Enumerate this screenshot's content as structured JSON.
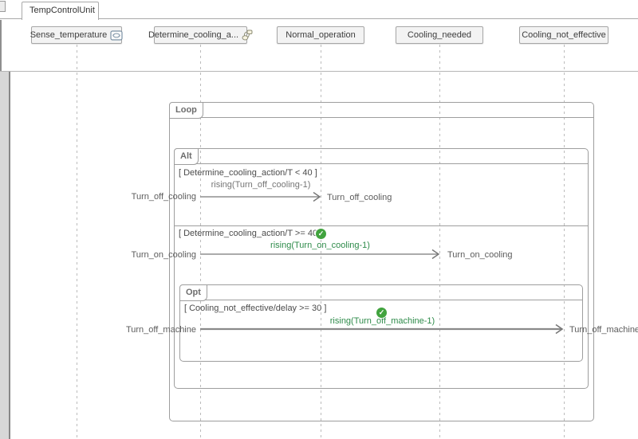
{
  "tab": {
    "title": "TempControlUnit"
  },
  "lifelines": [
    {
      "label": "Sense_temperature",
      "icon": "subsystem-ref-icon"
    },
    {
      "label": "Determine_cooling_a...",
      "icon": "stateflow-chart-icon"
    },
    {
      "label": "Normal_operation"
    },
    {
      "label": "Cooling_needed"
    },
    {
      "label": "Cooling_not_effective"
    }
  ],
  "fragments": {
    "loop": {
      "label": "Loop"
    },
    "alt": {
      "label": "Alt",
      "conditions": [
        "[ Determine_cooling_action/T < 40 ]",
        "[ Determine_cooling_action/T >= 40 ]"
      ]
    },
    "opt": {
      "label": "Opt",
      "conditions": [
        "[ Cooling_not_effective/delay >= 30 ]"
      ]
    }
  },
  "messages": [
    {
      "event": "rising(Turn_off_cooling-1)",
      "source_label": "Turn_off_cooling",
      "target_label": "Turn_off_cooling",
      "from": "Determine_cooling_a...",
      "to": "Normal_operation",
      "passed": false
    },
    {
      "event": "rising(Turn_on_cooling-1)",
      "source_label": "Turn_on_cooling",
      "target_label": "Turn_on_cooling",
      "from": "Determine_cooling_a...",
      "to": "Cooling_needed",
      "passed": true
    },
    {
      "event": "rising(Turn_off_machine-1)",
      "source_label": "Turn_off_machine",
      "target_label": "Turn_off_machine",
      "from": "Determine_cooling_a...",
      "to": "Cooling_not_effective",
      "passed": true
    }
  ],
  "glyphs": {
    "check": "✓"
  },
  "colors": {
    "pass_green": "#41a33e",
    "message_green": "#2e8b4a",
    "arrow_gray": "#8f8f8f",
    "frame_border": "#9e9e9e"
  }
}
